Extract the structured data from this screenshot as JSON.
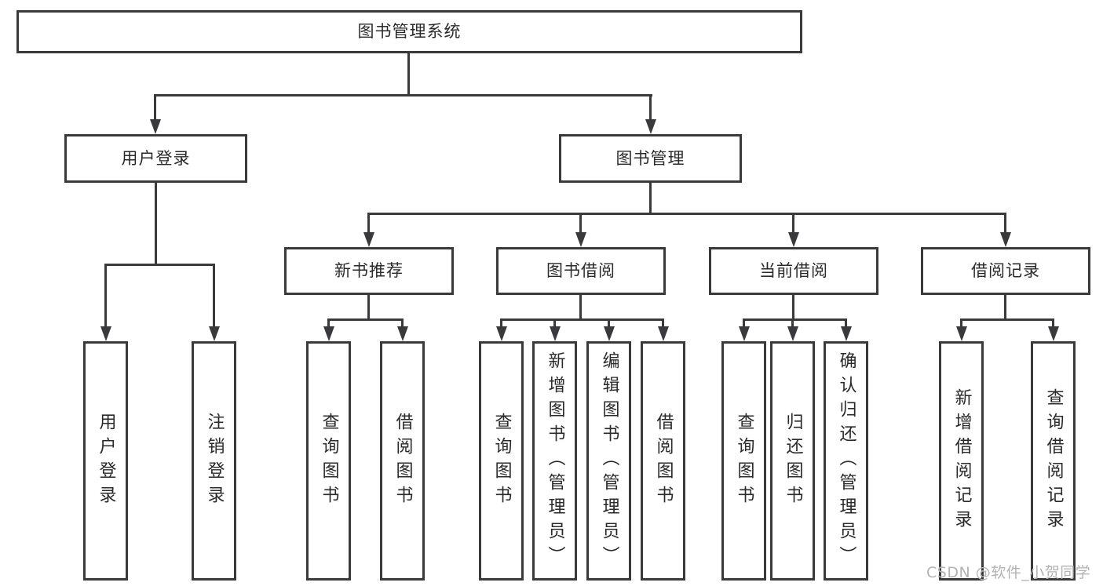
{
  "tree": {
    "label": "图书管理系统",
    "children": [
      {
        "label": "用户登录",
        "children": [
          {
            "label": "用户登录"
          },
          {
            "label": "注销登录"
          }
        ]
      },
      {
        "label": "图书管理",
        "children": [
          {
            "label": "新书推荐",
            "children": [
              {
                "label": "查询图书"
              },
              {
                "label": "借阅图书"
              }
            ]
          },
          {
            "label": "图书借阅",
            "children": [
              {
                "label": "查询图书"
              },
              {
                "label": "新增图书（管理员）"
              },
              {
                "label": "编辑图书（管理员）"
              },
              {
                "label": "借阅图书"
              }
            ]
          },
          {
            "label": "当前借阅",
            "children": [
              {
                "label": "查询图书"
              },
              {
                "label": "归还图书"
              },
              {
                "label": "确认归还（管理员）"
              }
            ]
          },
          {
            "label": "借阅记录",
            "children": [
              {
                "label": "新增借阅记录"
              },
              {
                "label": "查询借阅记录"
              }
            ]
          }
        ]
      }
    ]
  },
  "watermark": {
    "text": "CSDN @软件_小贺同学"
  },
  "colors": {
    "line": "#3a3a3c",
    "text": "#2a2a2a",
    "watermark": "#b3b3b3",
    "background": "#ffffff"
  }
}
